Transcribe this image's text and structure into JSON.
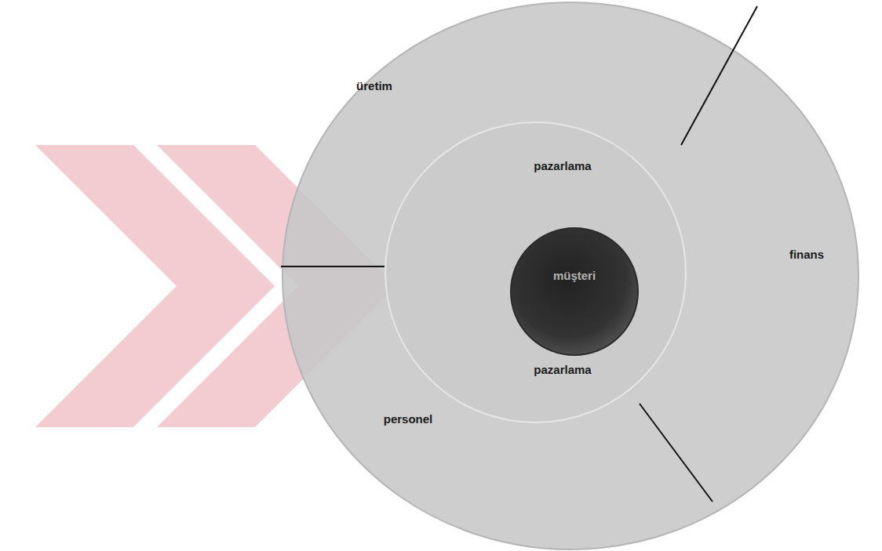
{
  "diagram": {
    "nodes": [
      {
        "text": [
          "üretim",
          "finans",
          "personel"
        ]
      },
      {
        "text": [
          "pazarlama",
          "pazarlama"
        ],
        "in": 0
      },
      {
        "text": [
          "müşteri"
        ],
        "in": 1
      }
    ]
  }
}
